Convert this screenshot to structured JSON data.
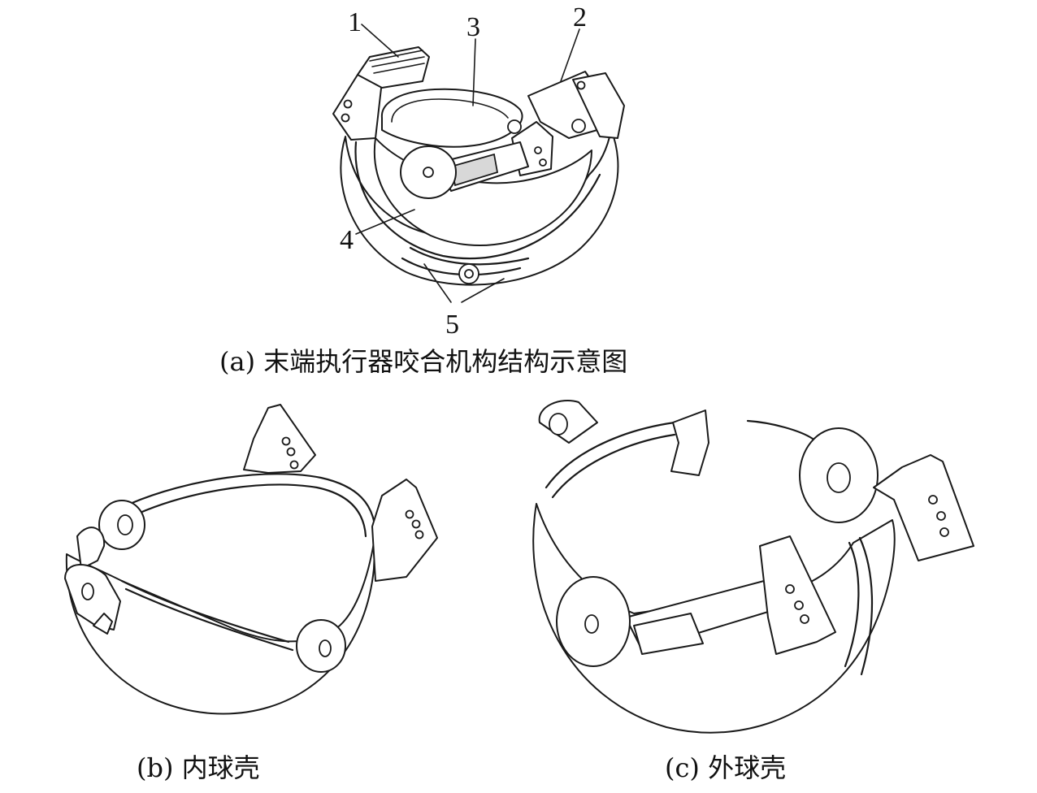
{
  "figure_a": {
    "labels": [
      "1",
      "2",
      "3",
      "4",
      "5"
    ],
    "caption": "(a) 末端执行器咬合机构结构示意图"
  },
  "figure_b": {
    "caption": "(b) 内球壳"
  },
  "figure_c": {
    "caption": "(c) 外球壳"
  }
}
